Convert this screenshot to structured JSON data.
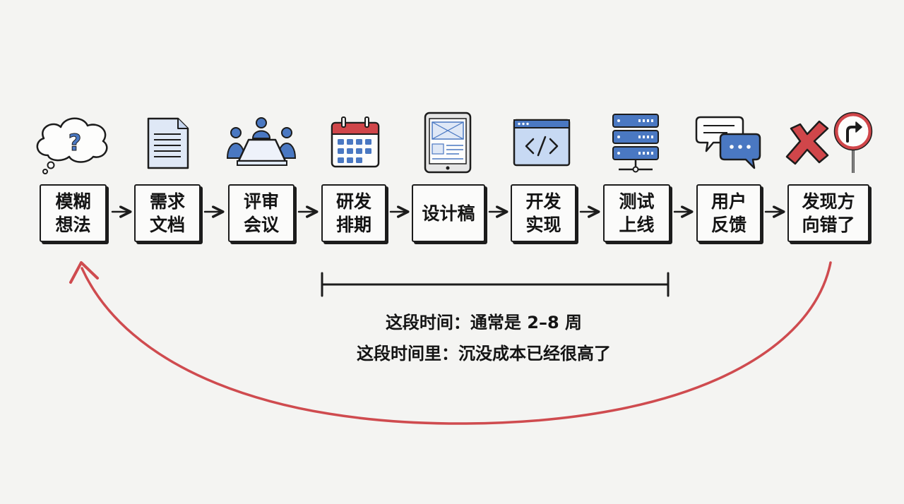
{
  "colors": {
    "ink": "#1c1c1c",
    "accent_blue": "#4a78c2",
    "accent_red": "#d0464a",
    "loop_arrow": "#cf4b4f"
  },
  "steps": [
    {
      "label": "模糊\n想法",
      "icon": "thought-bubble-question-icon"
    },
    {
      "label": "需求\n文档",
      "icon": "document-icon"
    },
    {
      "label": "评审\n会议",
      "icon": "meeting-table-icon"
    },
    {
      "label": "研发\n排期",
      "icon": "calendar-icon"
    },
    {
      "label": "设计稿",
      "icon": "tablet-mockup-icon"
    },
    {
      "label": "开发\n实现",
      "icon": "code-window-icon"
    },
    {
      "label": "测试\n上线",
      "icon": "server-icon"
    },
    {
      "label": "用户\n反馈",
      "icon": "chat-bubbles-icon"
    },
    {
      "label": "发现方\n向错了",
      "icon": "red-x-and-turn-sign-icon"
    }
  ],
  "captions": {
    "line1": "这段时间：通常是 2–8 周",
    "line2": "这段时间里：沉没成本已经很高了"
  }
}
